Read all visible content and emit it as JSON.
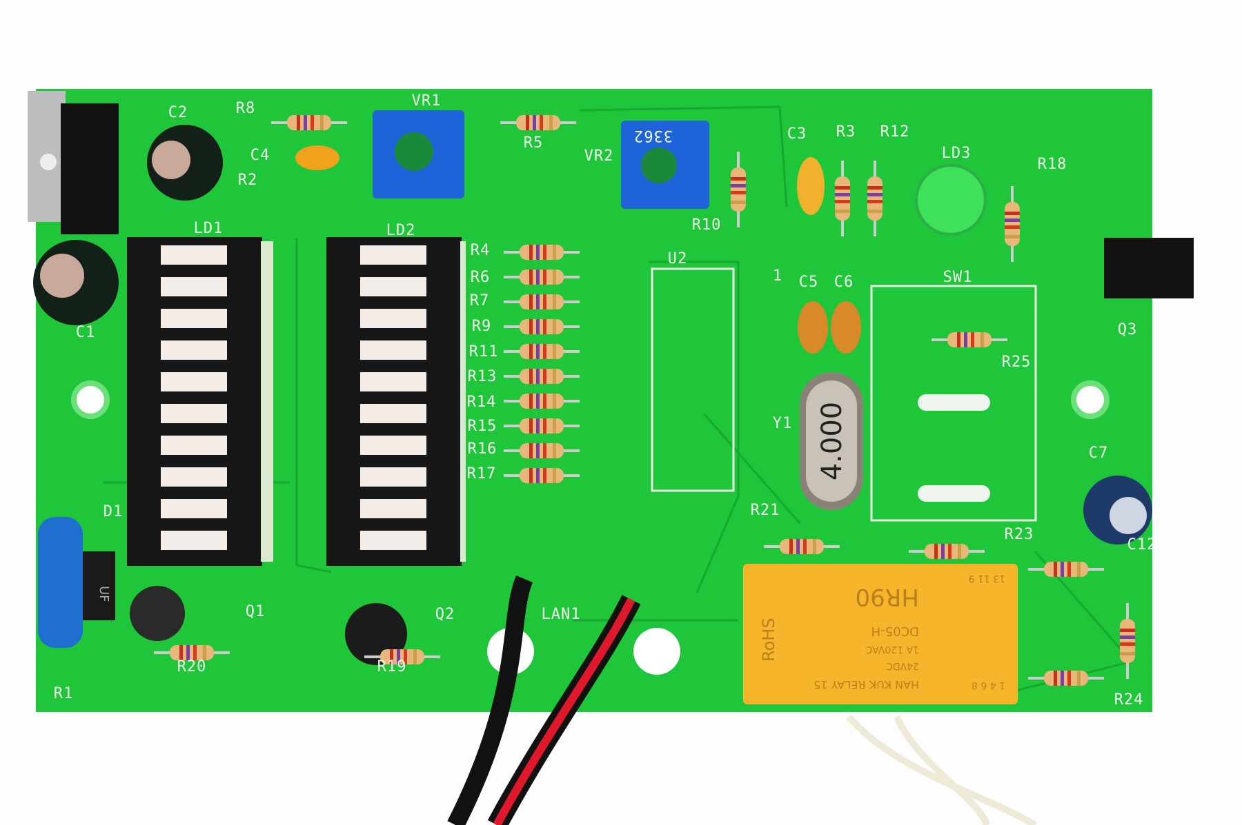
{
  "board": {
    "silkscreen_labels": [
      "C2",
      "R8",
      "VR1",
      "C4",
      "R2",
      "R5",
      "VR2",
      "C3",
      "R3",
      "R12",
      "LD3",
      "R18",
      "R10",
      "LD1",
      "LD2",
      "R4",
      "R6",
      "R7",
      "R9",
      "R11",
      "R13",
      "R14",
      "R15",
      "R16",
      "R17",
      "U2",
      "1",
      "C5",
      "C6",
      "SW1",
      "Q3",
      "R25",
      "C1",
      "Y1",
      "C7",
      "R21",
      "R23",
      "C12",
      "D1",
      "Q1",
      "Q2",
      "LAN1",
      "R20",
      "R19",
      "R1",
      "R24"
    ],
    "crystal_marking": "4.000",
    "trimmer_marking": "3362",
    "diode_marking": "UF",
    "relay": {
      "line1": "HAN KUK RELAY 15",
      "pins_top": "13 11 9",
      "model": "HR90",
      "type": "DC05-H",
      "rating": "1A 120VAC",
      "rating2": "24VDC",
      "rohs": "RoHS",
      "pins_bottom": "1 4 6 8"
    },
    "colors": {
      "pcb": "#1fc63a",
      "relay": "#f6b52a",
      "trimmer": "#1f63d8",
      "led": "#3fe05a"
    }
  }
}
